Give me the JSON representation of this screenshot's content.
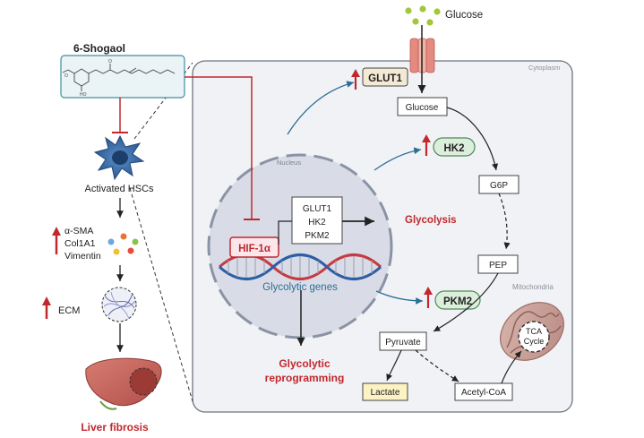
{
  "compound": {
    "name": "6-Shogaol"
  },
  "cells": {
    "activated_hscs": "Activated HSCs",
    "markers": [
      "α-SMA",
      "Col1A1",
      "Vimentin"
    ],
    "ecm": "ECM",
    "liver_fibrosis": "Liver fibrosis"
  },
  "cytoplasm_label": "Cytoplasm",
  "nucleus_label": "Nucleus",
  "glucose_outside": "Glucose",
  "hif": "HIF-1α",
  "gene_box": [
    "GLUT1",
    "HK2",
    "PKM2"
  ],
  "glycolytic_genes": "Glycolytic genes",
  "glycolysis": "Glycolysis",
  "reprogramming": [
    "Glycolytic",
    "reprogramming"
  ],
  "enzymes": {
    "glut1": "GLUT1",
    "hk2": "HK2",
    "pkm2": "PKM2"
  },
  "metabolites": {
    "glucose": "Glucose",
    "g6p": "G6P",
    "pep": "PEP",
    "pyruvate": "Pyruvate",
    "lactate": "Lactate",
    "acetyl_coa": "Acetyl-CoA"
  },
  "mitochondria": {
    "label": "Mitochondria",
    "tca": [
      "TCA",
      "Cycle"
    ]
  },
  "colors": {
    "red": "#c0282e",
    "teal_box": "#3d8fa0",
    "blue_arrow": "#2c6e96",
    "cyto_bg": "#f1f2f5",
    "nucleus": "#d8dbe6"
  }
}
